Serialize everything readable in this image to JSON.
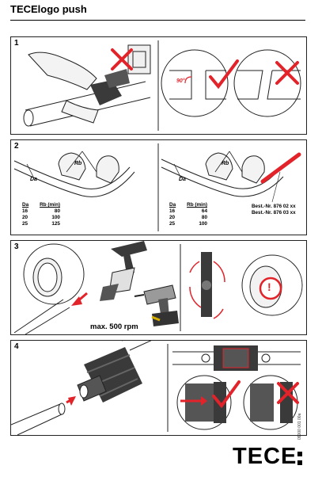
{
  "header": {
    "title": "TECElogo push"
  },
  "panels": {
    "p1": {
      "step": "1",
      "angle_label": "90°"
    },
    "p2": {
      "step": "2",
      "labels": {
        "da": "Da",
        "rb": "Rb"
      },
      "left_table": {
        "h1": "Da",
        "h2": "Rb (min)",
        "rows": [
          [
            "16",
            "80"
          ],
          [
            "20",
            "100"
          ],
          [
            "25",
            "125"
          ]
        ]
      },
      "right_table": {
        "h1": "Da",
        "h2": "Rb (min)",
        "rows": [
          [
            "16",
            "64"
          ],
          [
            "20",
            "80"
          ],
          [
            "25",
            "100"
          ]
        ]
      },
      "order_numbers": [
        "Best.-Nr. 876 02 xx",
        "Best.-Nr. 876 03 xx"
      ]
    },
    "p3": {
      "step": "3",
      "speed": "max. 500 rpm",
      "warning_symbol": "!"
    },
    "p4": {
      "step": "4"
    }
  },
  "footer": {
    "brand": "TECE",
    "doc_code": "09000 001 00a"
  },
  "colors": {
    "accent_red": "#e2232a",
    "dark_gray": "#3a3a3a",
    "light_gray": "#e8e8e8"
  }
}
